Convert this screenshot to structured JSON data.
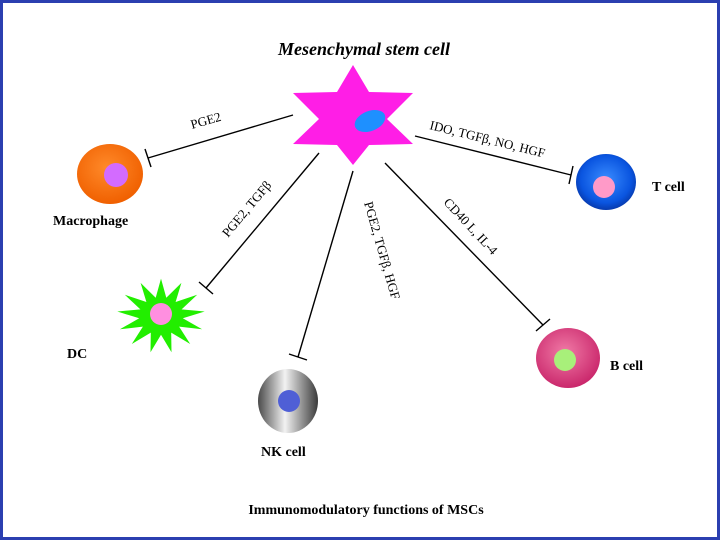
{
  "diagram": {
    "title": "Mesenchymal stem cell",
    "caption": "Immunomodulatory functions of MSCs",
    "cells": {
      "macrophage": "Macrophage",
      "dc": "DC",
      "nk": "NK cell",
      "b": "B cell",
      "t": "T cell"
    },
    "edges": {
      "macrophage": "PGE2",
      "dc": "PGE2, TGFβ",
      "nk": "PGE2, TGFβ, HGF",
      "b": "CD40 L, IL-4",
      "t": "IDO, TGFβ, NO, HGF"
    }
  },
  "colors": {
    "border": "#2b3fb0",
    "msc": "#ff1ee6",
    "msc_nucleus": "#1e90ff",
    "macrophage": "#ff6a00",
    "macrophage_nucleus": "#d36bff",
    "dc": "#22ee00",
    "dc_nucleus": "#ff8fe0",
    "nk_nucleus": "#4f5fd6",
    "b": "#e84a86",
    "b_nucleus": "#a8f07a",
    "t": "#0a4fd8",
    "t_nucleus": "#ff9ac8"
  }
}
